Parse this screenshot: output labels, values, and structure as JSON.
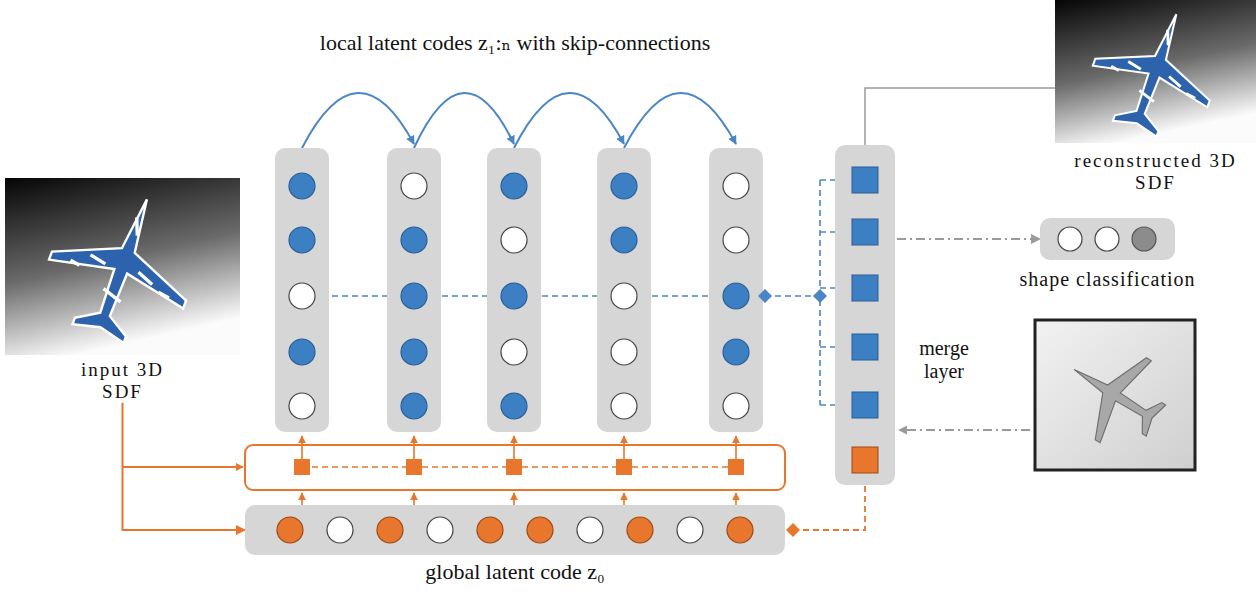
{
  "diagram": {
    "nodes": [
      {
        "text": [
          "input 3D SDF"
        ]
      },
      {
        "text": [
          "global latent code z₀"
        ]
      },
      {
        "text": [
          "merge layer"
        ]
      },
      {
        "text": [
          "reconstructed 3D SDF"
        ]
      },
      {
        "text": [
          "shape classification"
        ]
      }
    ],
    "edges": [
      {
        "from": 0,
        "to": 1,
        "arrow": "to"
      },
      {
        "from": 1,
        "to": 2,
        "arrow": "none"
      },
      {
        "from": 2,
        "to": 3,
        "arrow": "none"
      },
      {
        "from": 2,
        "to": 4,
        "arrow": "to"
      }
    ],
    "labels": [
      "local latent codes z₁:ₙ with skip-connections"
    ]
  }
}
